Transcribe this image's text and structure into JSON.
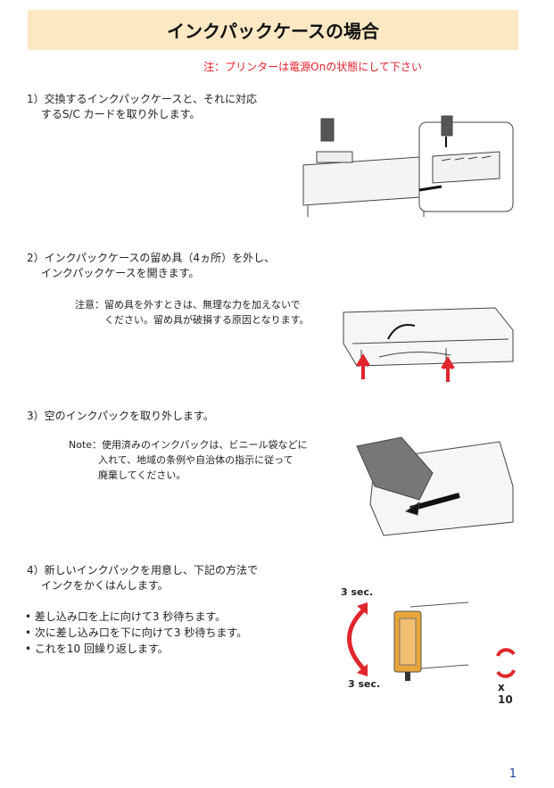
{
  "header": {
    "title": "インクパックケースの場合"
  },
  "warning": "注：プリンターは電源Onの状態にして下さい",
  "steps": [
    {
      "lines": [
        "1）交換するインクパックケースと、それに対応",
        "　 するS/C カードを取り外します。"
      ]
    },
    {
      "lines": [
        "2）インクパックケースの留め具（4ヵ所）を外し、",
        "　 インクパックケースを開きます。"
      ],
      "note": [
        "注意：留め具を外すときは、無理な力を加えないで",
        "　　　ください。留め具が破損する原因となります。"
      ]
    },
    {
      "lines": [
        "3）空のインクパックを取り外します。"
      ],
      "note": [
        "Note：使用済みのインクパックは、ビニール袋などに",
        "　　　入れて、地域の条例や自治体の指示に従って",
        "　　　廃棄してください。"
      ]
    },
    {
      "lines": [
        "4）新しいインクパックを用意し、下記の方法で",
        "　 インクをかくはんします。"
      ],
      "bullets": [
        "• 差し込み口を上に向けて3 秒待ちます。",
        "• 次に差し込み口を下に向けて3 秒待ちます。",
        "• これを10 回繰り返します。"
      ]
    }
  ],
  "figure4": {
    "top_label": "3 sec.",
    "bottom_label": "3 sec.",
    "repeat_label": "x 10"
  },
  "page_number": "1",
  "colors": {
    "header_bg": "#fde8c4",
    "warning": "#e8202a",
    "arrow_red": "#e0262c",
    "ink_pack": "#e8a63a"
  }
}
